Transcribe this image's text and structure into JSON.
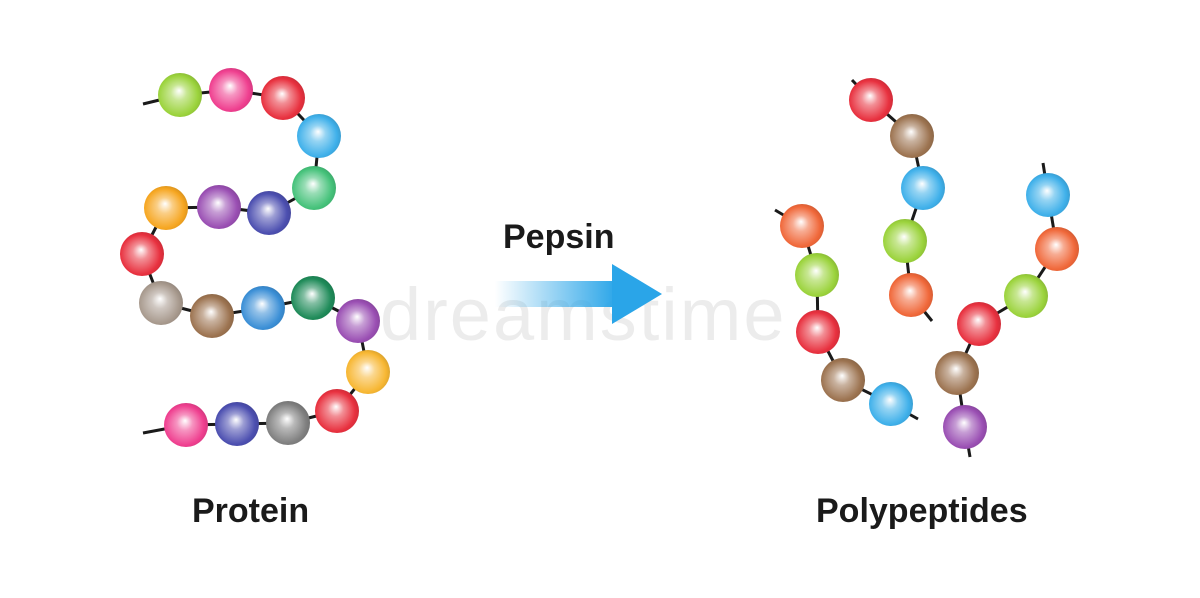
{
  "labels": {
    "protein": "Protein",
    "enzyme": "Pepsin",
    "product": "Polypeptides"
  },
  "watermark": "dreamstime",
  "colors": {
    "lime": "#9bd33c",
    "pink": "#ef3f8f",
    "red": "#e8313f",
    "skyblue": "#3fb0ea",
    "green": "#45c27a",
    "orange": "#f6a621",
    "purple": "#9a4fb3",
    "indigo": "#4c4fb0",
    "taupe": "#a89a8e",
    "brown": "#9c7350",
    "blue": "#3b8fd6",
    "darkgreen": "#1f8b59",
    "yellow": "#f7b733",
    "gray": "#808080",
    "coral": "#f0683a",
    "arrow": "#2aa5e8",
    "link": "#1a1a1a"
  },
  "chains": {
    "protein": [
      "lime",
      "pink",
      "red",
      "skyblue",
      "green",
      "indigo",
      "purple",
      "orange",
      "red",
      "taupe",
      "brown",
      "blue",
      "darkgreen",
      "purple",
      "yellow",
      "red",
      "gray",
      "indigo",
      "pink"
    ],
    "fragment_1": [
      "coral",
      "lime",
      "red",
      "brown",
      "skyblue"
    ],
    "fragment_2": [
      "red",
      "brown",
      "skyblue",
      "lime",
      "coral"
    ],
    "fragment_3": [
      "skyblue",
      "coral",
      "lime",
      "red",
      "brown",
      "purple"
    ]
  }
}
